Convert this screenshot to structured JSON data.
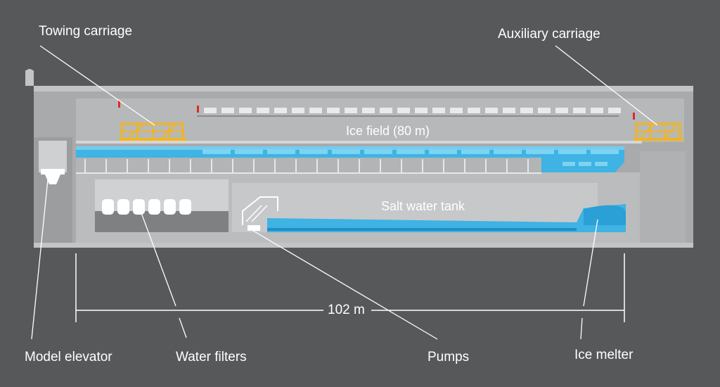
{
  "labels": {
    "towing_carriage": "Towing carriage",
    "auxiliary_carriage": "Auxiliary carriage",
    "ice_field": "Ice field (80 m)",
    "salt_water_tank": "Salt water tank",
    "length": "102 m",
    "model_elevator": "Model elevator",
    "water_filters": "Water filters",
    "pumps": "Pumps",
    "ice_melter": "Ice melter"
  },
  "colors": {
    "background": "#57585a",
    "building": "#b4b5b7",
    "building_dark": "#8e8f91",
    "walls": "#a3a4a6",
    "water": "#3fb3e3",
    "water_dark": "#1f8fc4",
    "carriage": "#f2b51d",
    "white": "#ffffff"
  }
}
